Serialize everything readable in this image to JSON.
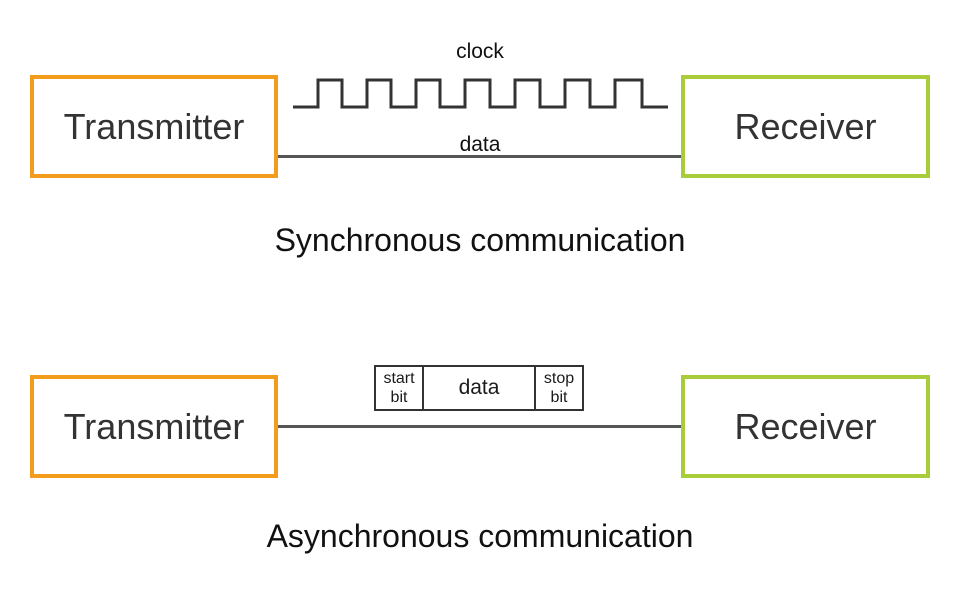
{
  "sync": {
    "transmitter": "Transmitter",
    "receiver": "Receiver",
    "clock_label": "clock",
    "data_label": "data",
    "caption": "Synchronous communication"
  },
  "async": {
    "transmitter": "Transmitter",
    "receiver": "Receiver",
    "frame": {
      "start_bit": "start bit",
      "data": "data",
      "stop_bit": "stop bit"
    },
    "caption": "Asynchronous communication"
  },
  "colors": {
    "transmitter_border": "#f39c1c",
    "receiver_border": "#a8cc3a",
    "signal_line": "#555555"
  }
}
